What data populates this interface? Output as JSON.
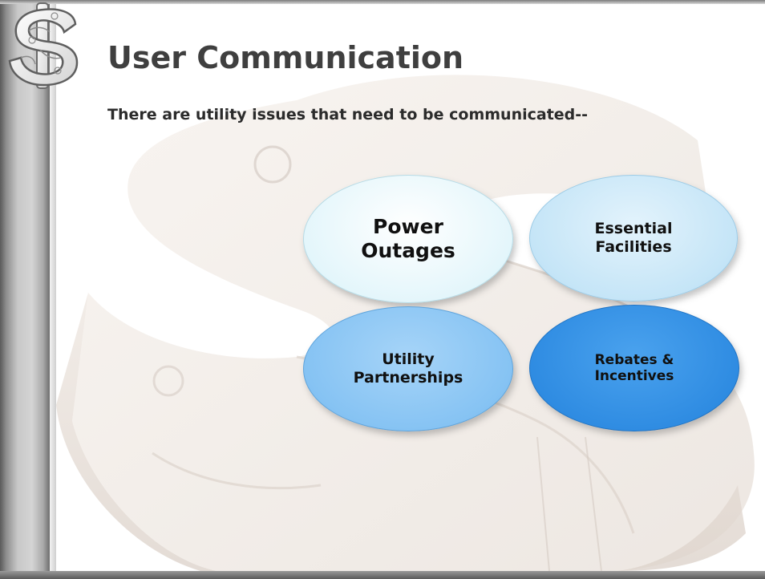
{
  "slide": {
    "title": "User Communication",
    "subtitle": "There are utility issues that need to be communicated--"
  },
  "logo": {
    "symbol": "$",
    "icon": "dollar-puzzle-icon"
  },
  "bubbles": [
    {
      "line1": "Power",
      "line2": "Outages",
      "color": "#e4f6fb"
    },
    {
      "line1": "Essential",
      "line2": "Facilities",
      "color": "#c5e5f7"
    },
    {
      "line1": "Utility",
      "line2": "Partnerships",
      "color": "#86c3f3"
    },
    {
      "line1": "Rebates &",
      "line2": "Incentives",
      "color": "#2f8ce2"
    }
  ]
}
